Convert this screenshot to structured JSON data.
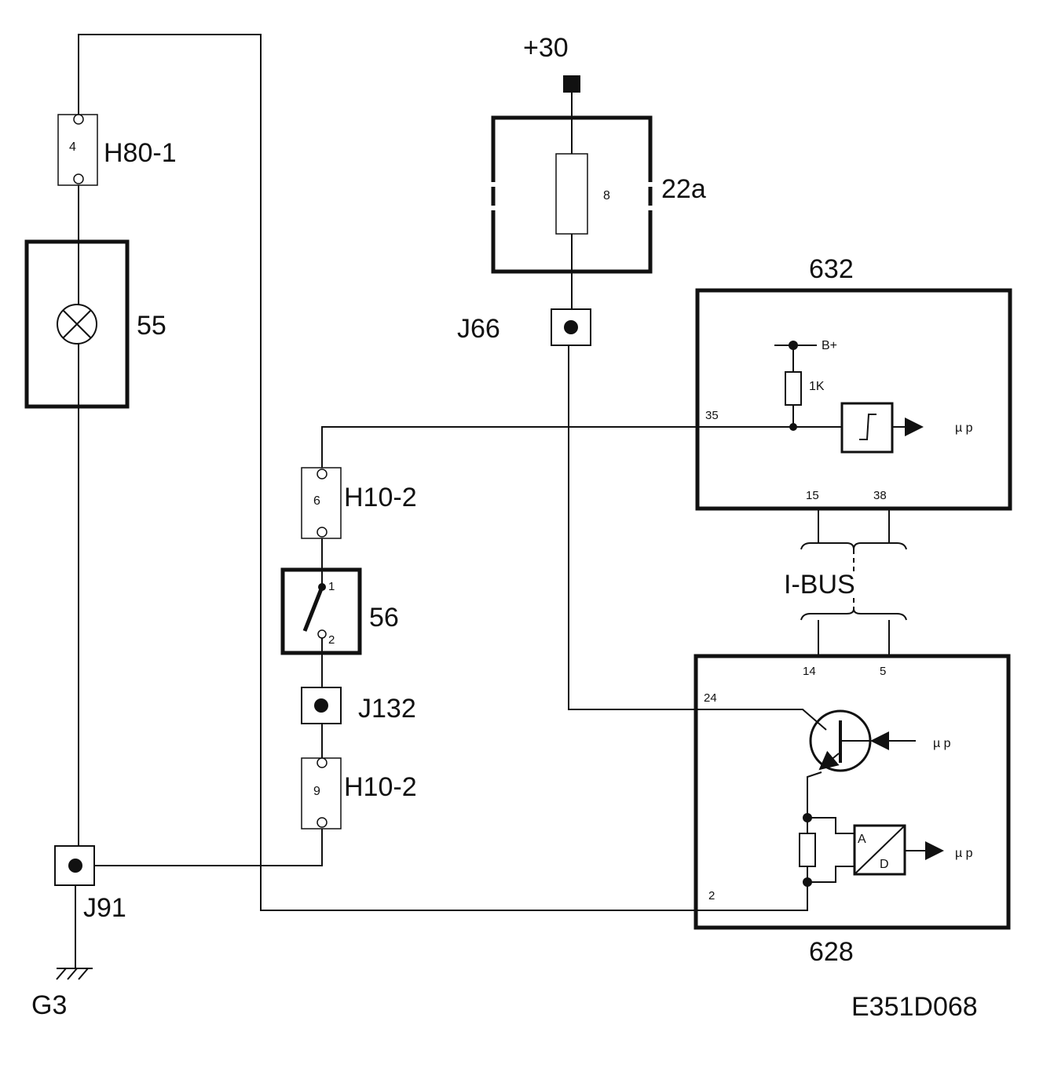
{
  "supply": {
    "label": "+30"
  },
  "fuse_box": {
    "id": "22a",
    "fuse": "8"
  },
  "connectors": {
    "h80_1": {
      "id": "H80-1",
      "pin": "4"
    },
    "h10_2_upper": {
      "id": "H10-2",
      "pin": "6"
    },
    "h10_2_lower": {
      "id": "H10-2",
      "pin": "9"
    }
  },
  "lamp": {
    "id": "55"
  },
  "switch": {
    "id": "56",
    "pin_a": "1",
    "pin_b": "2"
  },
  "junctions": {
    "j66": "J66",
    "j132": "J132",
    "j91": "J91"
  },
  "ground": {
    "id": "G3"
  },
  "module_632": {
    "id": "632",
    "pin_input": "35",
    "supply": "B+",
    "resistor": "1K",
    "output": "µ p",
    "bus_pins": [
      "15",
      "38"
    ]
  },
  "bus": {
    "label": "I-BUS"
  },
  "module_628": {
    "id": "628",
    "bus_pins": [
      "14",
      "5"
    ],
    "pin_supply": "24",
    "pin_return": "2",
    "driver_input": "µ p",
    "adc_a": "A",
    "adc_d": "D",
    "adc_output": "µ p"
  },
  "drawing_code": "E351D068"
}
